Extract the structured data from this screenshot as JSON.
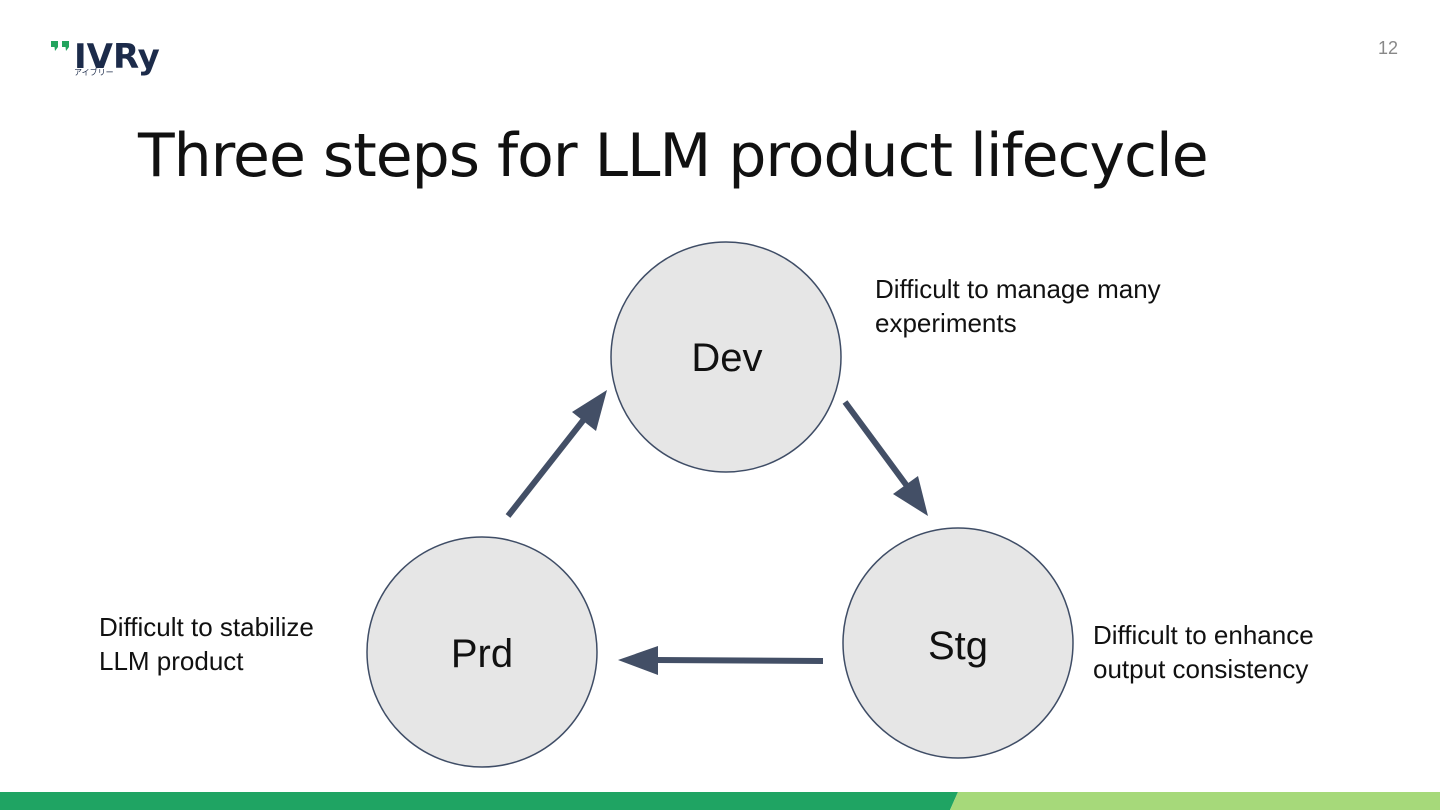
{
  "header": {
    "logo_text": "IVRy",
    "logo_subtext": "アイブリー",
    "page_number": "12"
  },
  "title": "Three steps for LLM product lifecycle",
  "nodes": {
    "dev": {
      "label": "Dev"
    },
    "stg": {
      "label": "Stg"
    },
    "prd": {
      "label": "Prd"
    }
  },
  "notes": {
    "dev": {
      "line1": "Difficult to manage many",
      "line2": "experiments"
    },
    "stg": {
      "line1": "Difficult to enhance",
      "line2": "output consistency"
    },
    "prd": {
      "line1": "Difficult to stabilize",
      "line2": "LLM product"
    }
  },
  "colors": {
    "circle_fill": "#e6e6e6",
    "circle_stroke": "#3f4d66",
    "arrow": "#434f66",
    "logo_navy": "#1c2b4a",
    "logo_green": "#22a45d",
    "footer_dark_green": "#1fa463",
    "footer_light_green": "#a6d97a"
  }
}
